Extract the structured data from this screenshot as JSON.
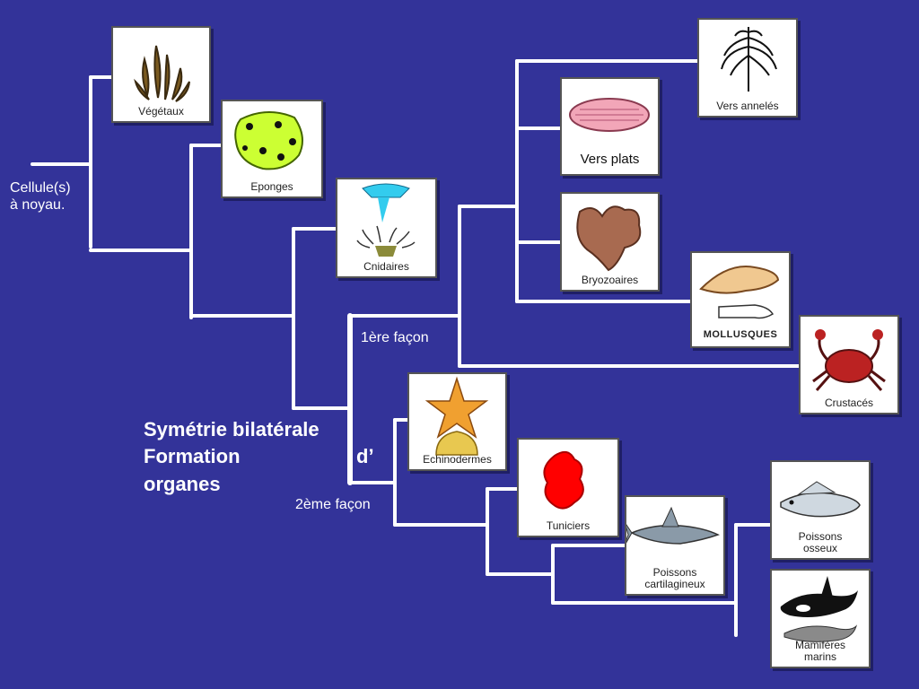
{
  "root_label": "Cellule(s)\nà noyau.",
  "branch1_label": "1ère façon",
  "branch2_label": "2ème façon",
  "main_text": {
    "line1": "Symétrie bilatérale",
    "line2a": "Formation",
    "line2b": "d’",
    "line3": "organes"
  },
  "groups": {
    "vegetaux": "Végétaux",
    "eponges": "Eponges",
    "cnidaires": "Cnidaires",
    "vers_anneles": "Vers annelés",
    "vers_plats": "Vers plats",
    "bryozoaires": "Bryozoaires",
    "mollusques": "MOLLUSQUES",
    "crustaces": "Crustacés",
    "echinodermes": "Echinodermes",
    "tuniciers": "Tuniciers",
    "poissons_cartilagineux": "Poissons\ncartilagineux",
    "poissons_osseux": "Poissons\nosseux",
    "mamiferes_marins": "Mamifères\nmarins"
  },
  "colors": {
    "background": "#333399",
    "tree_lines": "#ffffff",
    "card_bg": "#ffffff",
    "tunicier_red": "#ff0000",
    "sponge_green": "#ccff33"
  }
}
